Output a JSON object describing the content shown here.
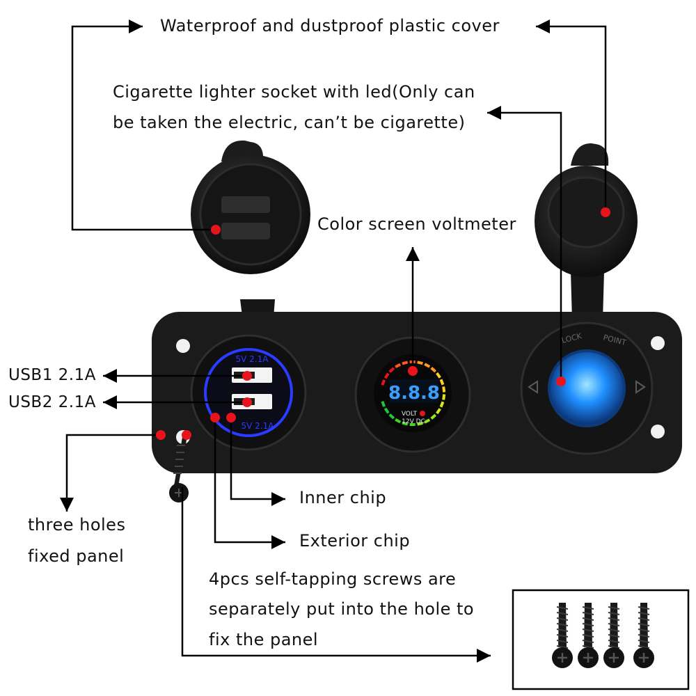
{
  "labels": {
    "cover": "Waterproof and dustproof plastic cover",
    "lighter_line1": "Cigarette lighter socket with led(Only can",
    "lighter_line2": "be taken the electric, can’t be cigarette)",
    "voltmeter": "Color screen voltmeter",
    "usb1": "USB1 2.1A",
    "usb2": "USB2 2.1A",
    "inner_chip": "Inner chip",
    "exterior_chip": "Exterior chip",
    "holes_line1": "three holes",
    "holes_line2": "fixed panel",
    "screws_line1": "4pcs self-tapping screws are",
    "screws_line2": "separately put into the hole to",
    "screws_line3": "fix the panel"
  },
  "product_text": {
    "usb_top": "5V 2.1A",
    "usb_bottom": "5V 2.1A",
    "voltmeter_digits": "8.8.8",
    "volt": "VOLT",
    "dc": "12V DC",
    "lock": "LOCK",
    "point": "POINT"
  },
  "colors": {
    "marker_red": "#e8141c",
    "usb_blue": "#2a3cff",
    "lighter_glow": "#1f8fff",
    "panel": "#1b1b1b"
  }
}
